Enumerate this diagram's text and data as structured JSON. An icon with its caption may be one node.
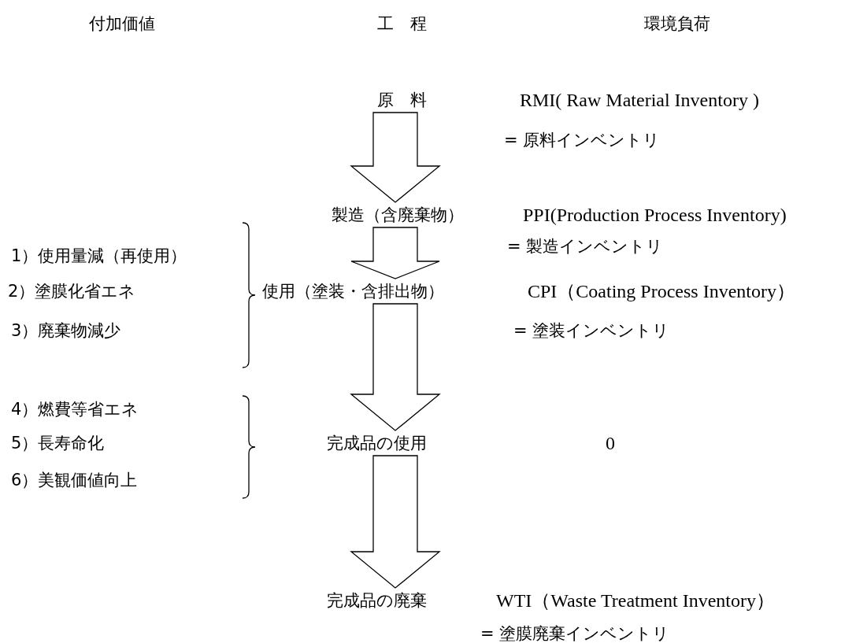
{
  "diagram": {
    "nodes": [
      {
        "text": [
          "原　料"
        ],
        "beside": [
          "RMI( Raw Material Inventory )",
          "= 原料インベントリ"
        ]
      },
      {
        "text": [
          "製造（含廃棄物）"
        ],
        "beside": [
          "PPI(Production Process Inventory)",
          "= 製造インベントリ"
        ]
      },
      {
        "text": [
          "使用（塗装・含排出物）"
        ],
        "beside": [
          "CPI（Coating Process Inventory）",
          "= 塗装インベントリ"
        ]
      },
      {
        "text": [
          "完成品の使用"
        ]
      },
      {
        "text": [
          "完成品の廃棄"
        ],
        "beside": [
          "WTI（Waste Treatment Inventory）",
          "= 塗膜廃棄インベントリ"
        ]
      }
    ],
    "edges": [
      {
        "from": 0,
        "to": 1,
        "arrow": "to"
      },
      {
        "from": 1,
        "to": 2,
        "arrow": "to"
      },
      {
        "from": 2,
        "to": 3,
        "arrow": "to"
      },
      {
        "from": 3,
        "to": 4,
        "arrow": "to"
      }
    ],
    "labels": [
      "付加価値",
      "工　程",
      "環境負荷",
      "1）使用量減（再使用）",
      "2）塗膜化省エネ",
      "3）廃棄物減少",
      "4）燃費等省エネ",
      "5）長寿命化",
      "6）美観価値向上",
      "0"
    ]
  }
}
